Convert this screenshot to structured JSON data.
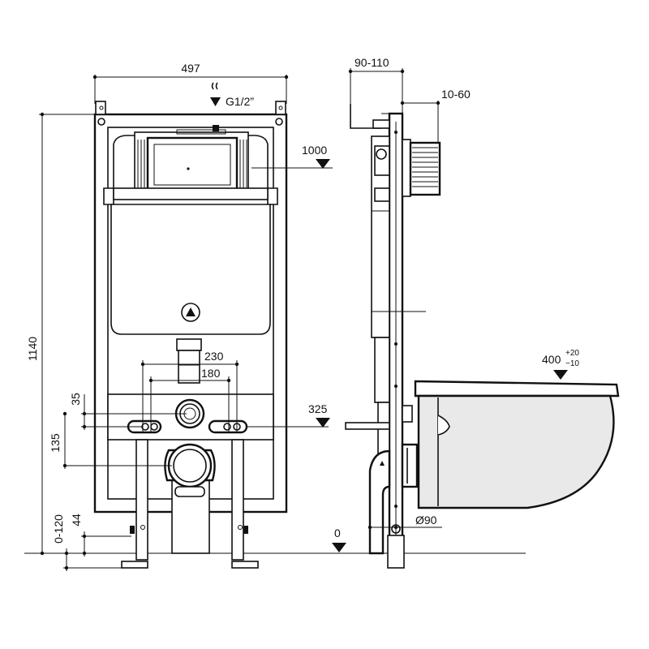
{
  "front_view": {
    "width_label": "497",
    "water_inlet_label": "G1/2”",
    "height_label": "1140",
    "inlet_height_label": "1000",
    "bolt_spacing_outer_label": "230",
    "bolt_spacing_inner_label": "180",
    "flush_pipe_offset_label": "35",
    "waste_offset_label": "135",
    "bolt_height_label": "325",
    "foot_offset_label": "44",
    "leg_adjust_label": "0-120",
    "floor_label": "0"
  },
  "side_view": {
    "depth_label": "90-110",
    "panel_range_label": "10-60",
    "waste_diameter_label": "Ø90",
    "seat_height_label": "400",
    "seat_tolerance_plus": "+20",
    "seat_tolerance_minus": "−10"
  },
  "colors": {
    "line": "#111111",
    "fill_light": "#e9e9e9"
  }
}
